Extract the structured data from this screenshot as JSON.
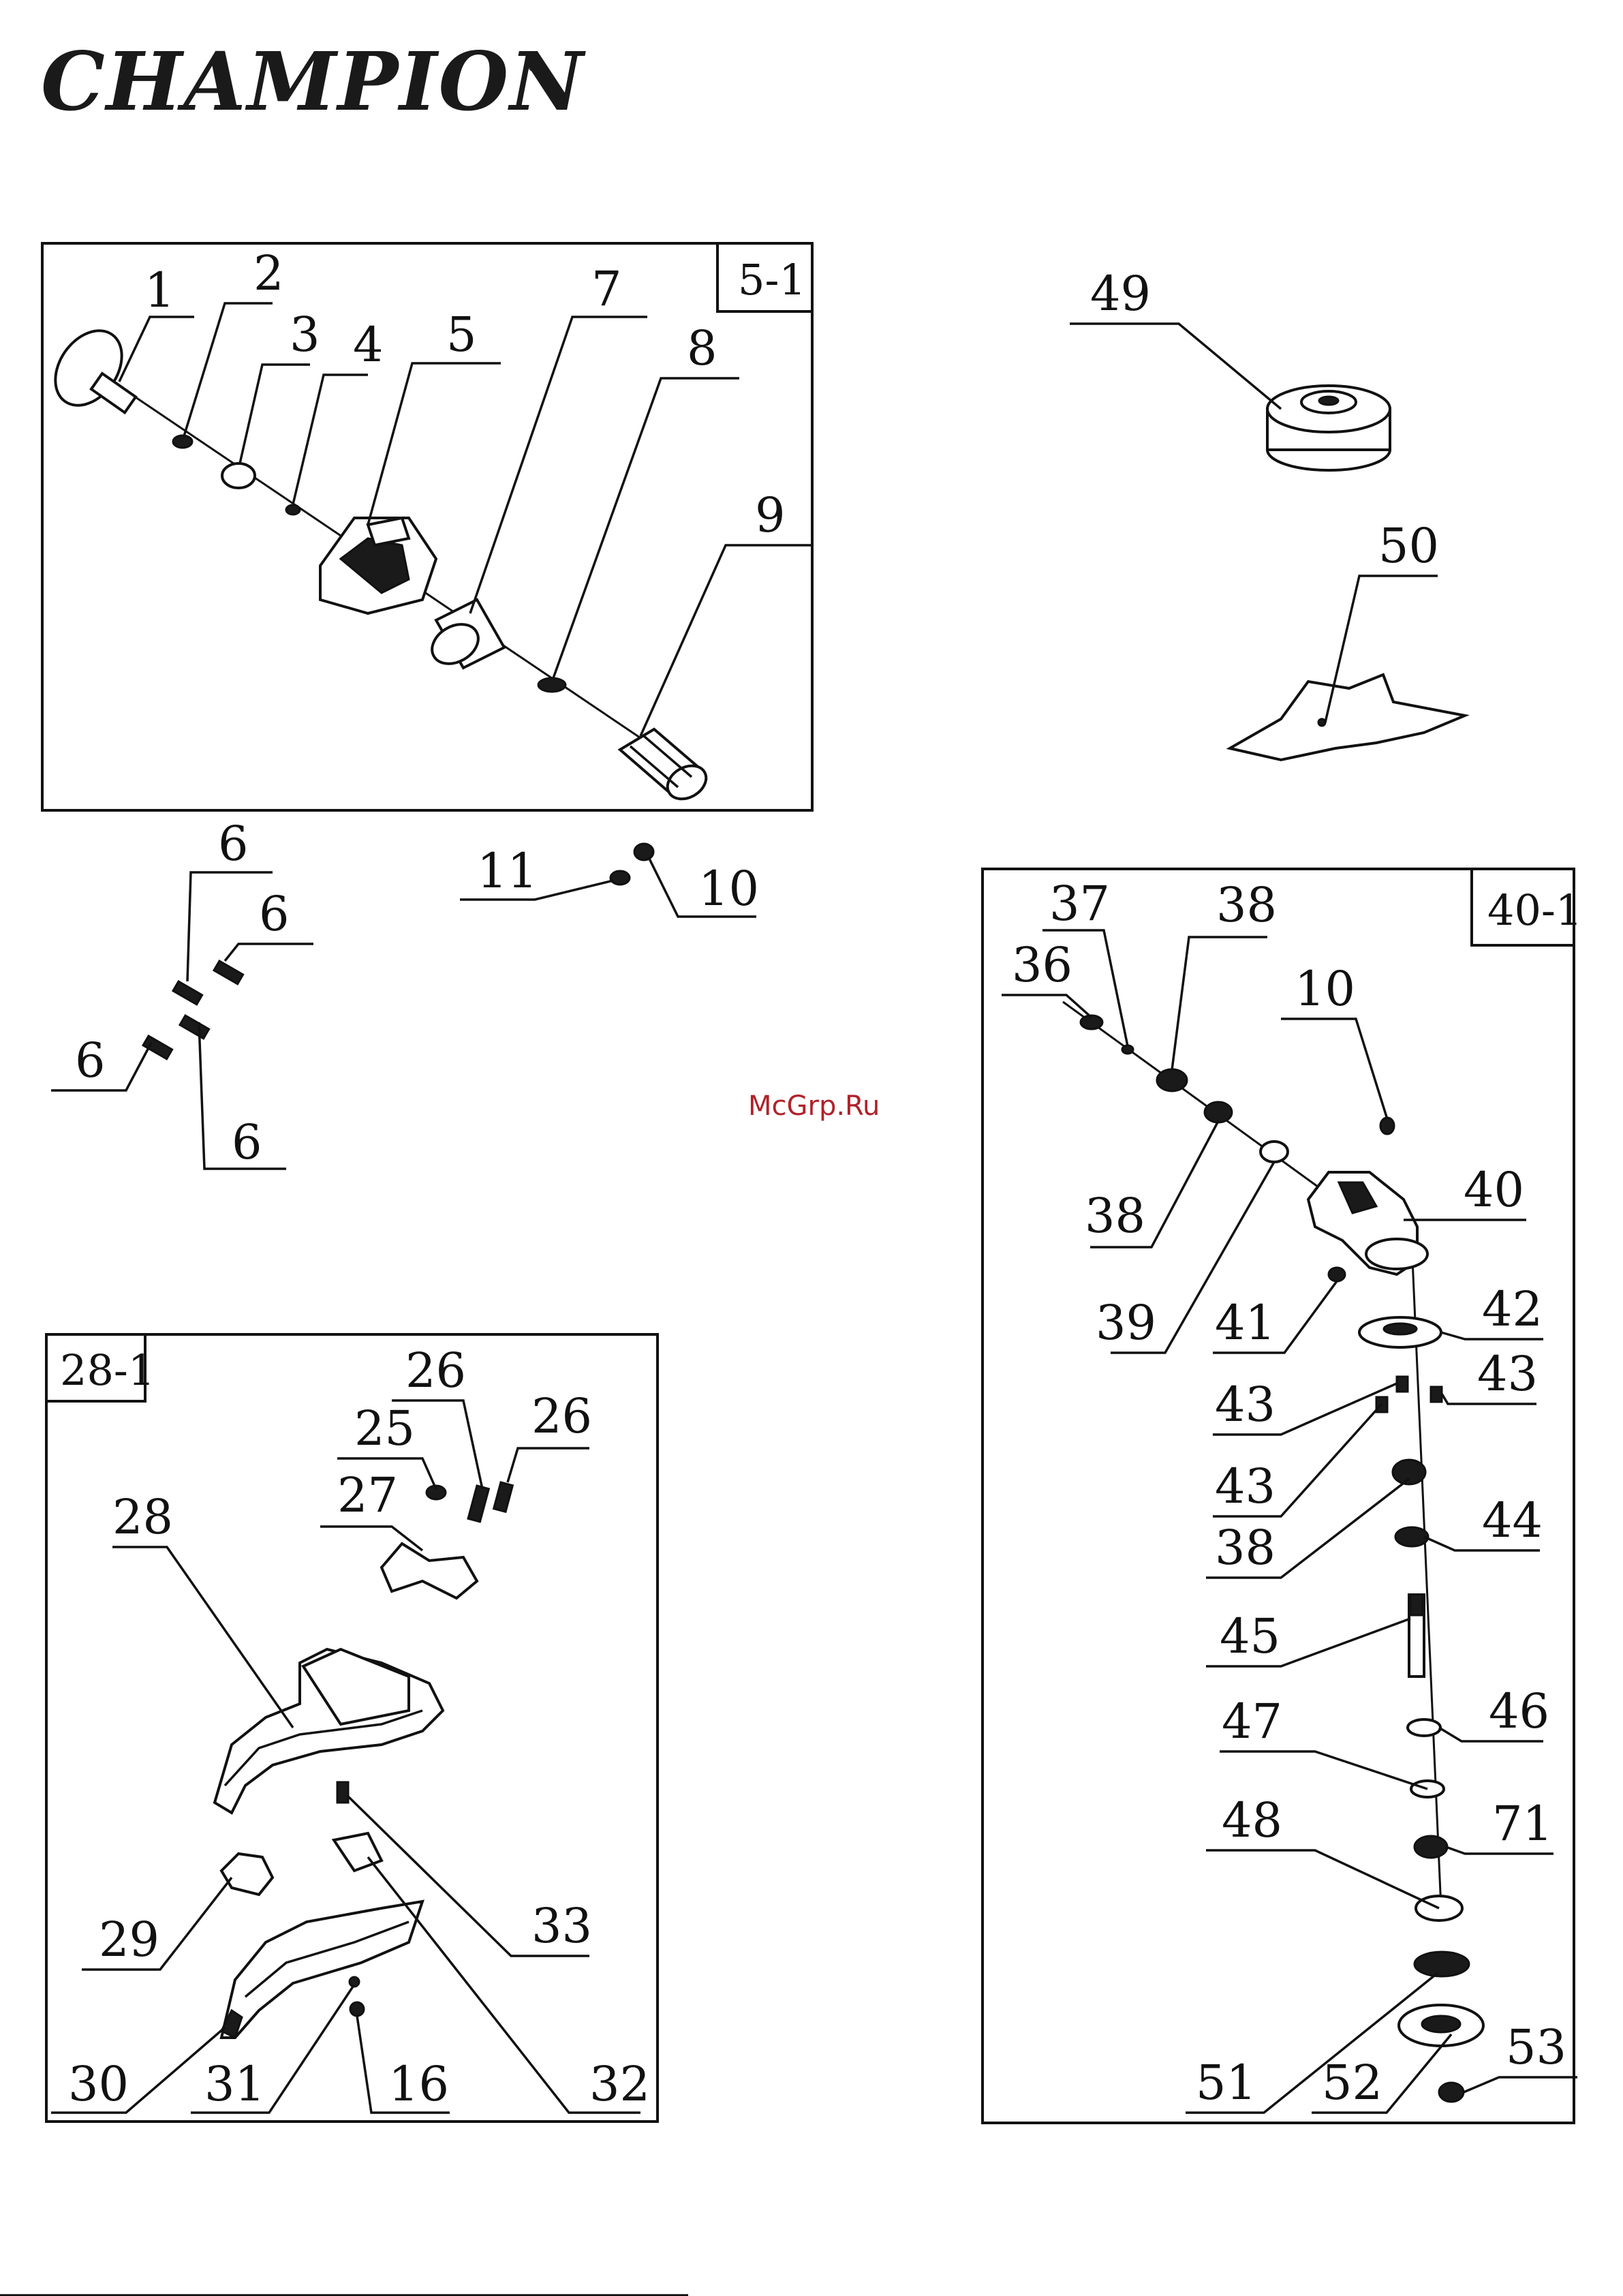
{
  "brand": {
    "name": "CHAMPION",
    "mark": "®"
  },
  "watermark": "McGrp.Ru",
  "panels": {
    "p5": {
      "tag": "5-1",
      "callouts": [
        "1",
        "2",
        "3",
        "4",
        "5",
        "7",
        "8",
        "9"
      ]
    },
    "loose": {
      "callouts": [
        "6",
        "6",
        "6",
        "6",
        "11",
        "10"
      ]
    },
    "p28": {
      "tag": "28-1",
      "callouts": [
        "26",
        "25",
        "26",
        "27",
        "28",
        "29",
        "30",
        "31",
        "16",
        "33",
        "32"
      ]
    },
    "spool": {
      "callouts": [
        "49"
      ]
    },
    "blade": {
      "callouts": [
        "50"
      ]
    },
    "p40": {
      "tag": "40-1",
      "callouts": [
        "37",
        "38",
        "36",
        "10",
        "38",
        "40",
        "39",
        "41",
        "42",
        "43",
        "43",
        "43",
        "38",
        "44",
        "45",
        "47",
        "46",
        "48",
        "71",
        "51",
        "52",
        "53"
      ]
    }
  }
}
